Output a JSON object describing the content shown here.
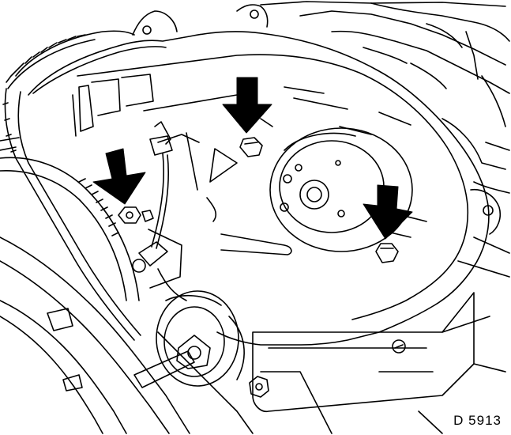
{
  "figure": {
    "reference_code": "D 5913",
    "colors": {
      "ink": "#000000",
      "paper": "#ffffff"
    },
    "callouts": [
      {
        "id": "arrow-left-nut",
        "icon": "down-arrow-icon"
      },
      {
        "id": "arrow-center-nut",
        "icon": "down-arrow-icon"
      },
      {
        "id": "arrow-right-nut",
        "icon": "down-arrow-icon"
      }
    ]
  }
}
